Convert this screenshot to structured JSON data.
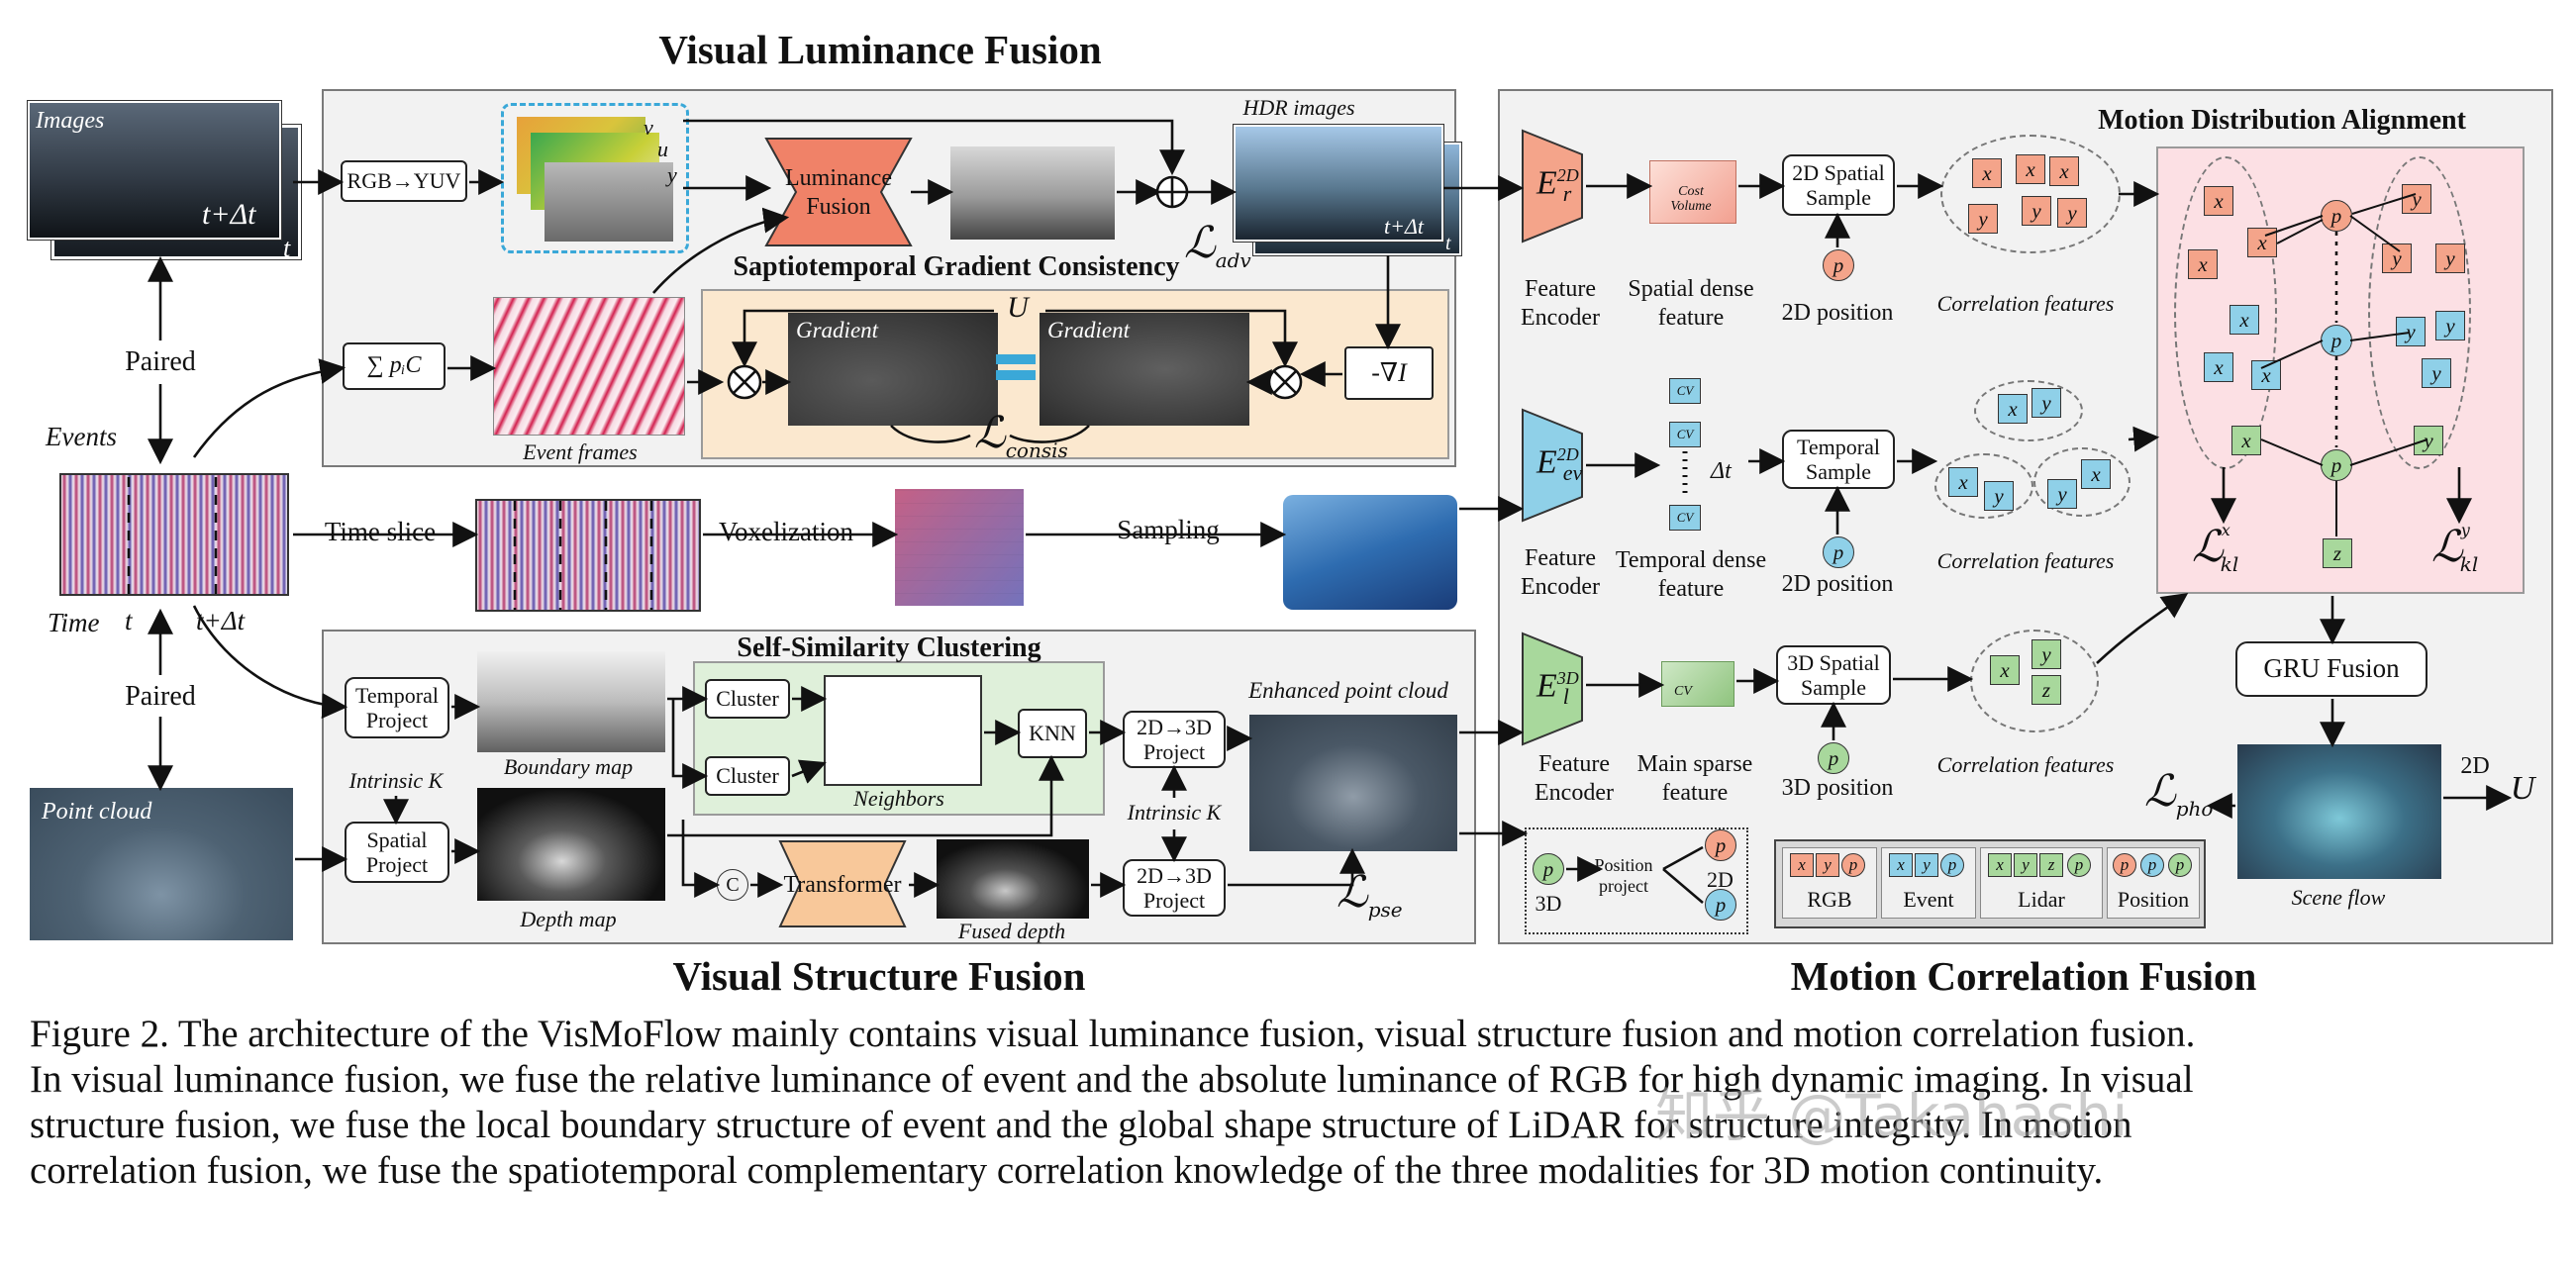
{
  "sections": {
    "luminance": "Visual Luminance Fusion",
    "structure": "Visual Structure Fusion",
    "motion": "Motion Correlation Fusion"
  },
  "subsections": {
    "gradient": "Saptiotemporal Gradient Consistency",
    "clustering": "Self-Similarity Clustering",
    "alignment": "Motion Distribution Alignment"
  },
  "left": {
    "images": "Images",
    "t_dt": "t+Δt",
    "t": "t",
    "paired_top": "Paired",
    "events": "Events",
    "time": "Time",
    "t_mark": "t",
    "t_dt_mark": "t+Δt",
    "paired_bottom": "Paired",
    "point_cloud": "Point cloud"
  },
  "luminance": {
    "rgb_yuv": "RGB→YUV",
    "v": "v",
    "u": "u",
    "y": "y",
    "luminance_fusion": "Luminance Fusion",
    "hdr": "HDR images",
    "hdr_t_dt": "t+Δt",
    "hdr_t": "t",
    "sum": "∑ pᵢC",
    "event_frames": "Event frames",
    "gradient_a": "Gradient",
    "gradient_b": "Gradient",
    "U": "U",
    "neg_grad": "-∇I",
    "loss_adv": "adv",
    "loss_consis": "consis"
  },
  "middle": {
    "time_slice": "Time slice",
    "voxelization": "Voxelization",
    "sampling": "Sampling"
  },
  "structure": {
    "temporal_project": "Temporal Project",
    "boundary_map": "Boundary map",
    "intrinsic_k_left": "Intrinsic K",
    "spatial_project": "Spatial Project",
    "depth_map": "Depth map",
    "cluster1": "Cluster",
    "cluster2": "Cluster",
    "neighbors": "Neighbors",
    "knn": "KNN",
    "proj_top": "2D→3D Project",
    "proj_bottom": "2D→3D Project",
    "intrinsic_k_right": "Intrinsic K",
    "concat": "C",
    "transformer": "Transformer",
    "fused_depth": "Fused depth",
    "enhanced": "Enhanced point cloud",
    "loss_pse": "pse"
  },
  "motion": {
    "er_sup": "2D",
    "er_sub": "r",
    "eev_sup": "2D",
    "eev_sub": "ev",
    "el_sup": "3D",
    "el_sub": "l",
    "feature_encoder_1": "Feature Encoder",
    "feature_encoder_2": "Feature Encoder",
    "feature_encoder_3": "Feature Encoder",
    "cost_volume": "Cost Volume",
    "spatial_dense": "Spatial dense feature",
    "temporal_dense": "Temporal dense feature",
    "main_sparse": "Main sparse feature",
    "cv": "CV",
    "delta_t": "Δt",
    "sample_2d": "2D Spatial Sample",
    "sample_temporal": "Temporal Sample",
    "sample_3d": "3D Spatial Sample",
    "pos_2d_1": "2D position",
    "pos_2d_2": "2D position",
    "pos_3d": "3D position",
    "corr_1": "Correlation features",
    "corr_2": "Correlation features",
    "corr_3": "Correlation features",
    "p": "p",
    "x": "x",
    "y": "y",
    "z": "z",
    "loss_kl_x": "kl",
    "loss_kl_x_sup": "x",
    "loss_kl_y": "kl",
    "loss_kl_y_sup": "y",
    "gru": "GRU Fusion",
    "scene_flow": "Scene flow",
    "loss_pho": "pho",
    "out_2d": "2D",
    "out_U": "U",
    "pos_proj_3d": "3D",
    "pos_proj_label": "Position project",
    "pos_proj_2d": "2D",
    "legend": [
      "RGB",
      "Event",
      "Lidar",
      "Position"
    ]
  },
  "caption": [
    "Figure 2. The architecture of the VisMoFlow mainly contains visual luminance fusion, visual structure fusion and motion correlation fusion.",
    "In visual luminance fusion, we fuse the relative luminance of event and the absolute luminance of RGB for high dynamic imaging. In visual",
    "structure fusion, we fuse the local boundary structure of event and the global shape structure of LiDAR for structure integrity. In motion",
    "correlation fusion, we fuse the spatiotemporal complementary correlation knowledge of the three modalities for 3D motion continuity."
  ],
  "watermark": "知乎 @Takahashi",
  "colors": {
    "panel_bg": "#f2f2f2",
    "panel_border": "#7a7a7a",
    "gradient_bg": "#fbe8cf",
    "cluster_bg": "#dff0da",
    "alignment_bg": "#fce0e4",
    "luminance_fusion": "#f08268",
    "orange_chip": "#f4a48a",
    "blue_chip": "#8fd0e8",
    "green_chip": "#a8d89c",
    "dashed_frame": "#3aa8d8"
  }
}
